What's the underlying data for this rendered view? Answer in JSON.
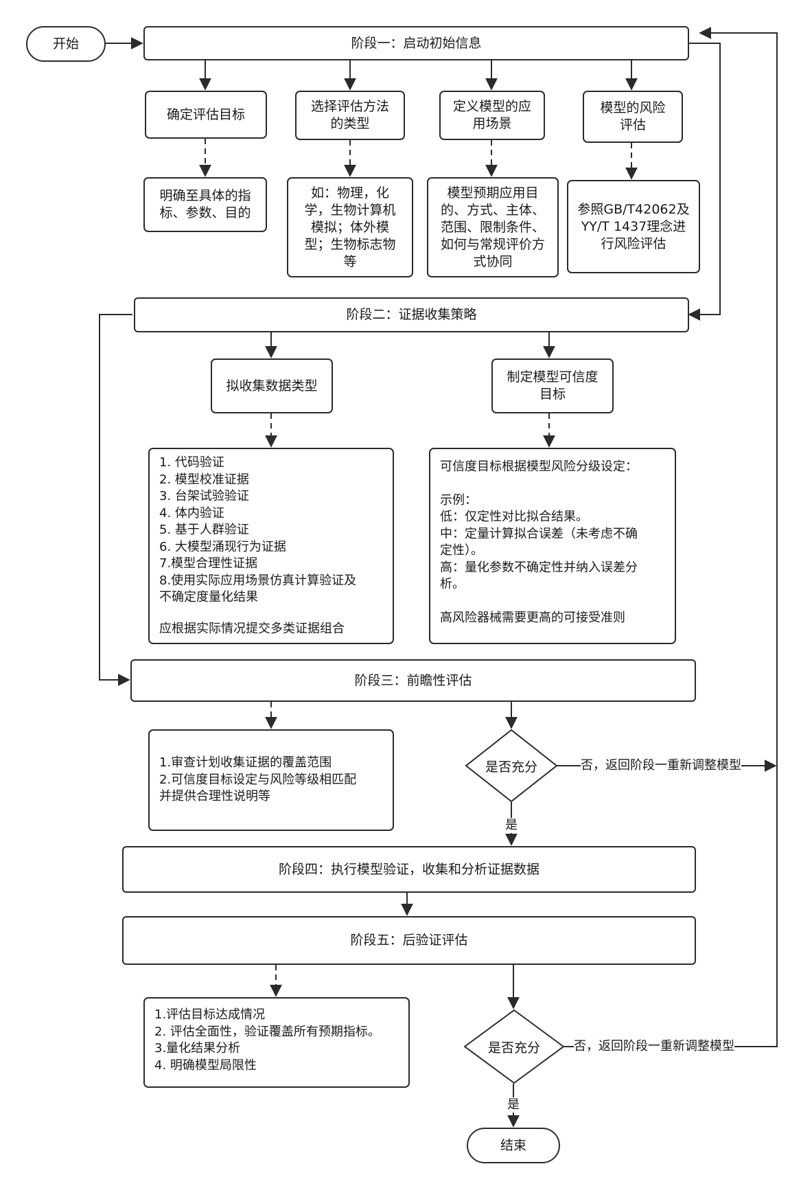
{
  "start": "开始",
  "end": "结束",
  "stage1": {
    "title": "阶段一：启动初始信息",
    "boxes": [
      {
        "title": [
          "确定评估目标"
        ],
        "detail": [
          "明确至具体的指",
          "标、参数、目的"
        ]
      },
      {
        "title": [
          "选择评估方法",
          "的类型"
        ],
        "detail": [
          "如：物理，化",
          "学，生物计算机",
          "模拟；体外模",
          "型；生物标志物",
          "等"
        ]
      },
      {
        "title": [
          "定义模型的应",
          "用场景"
        ],
        "detail": [
          "模型预期应用目",
          "的、方式、主体、",
          "范围、限制条件、",
          "如何与常规评价方",
          "式协同"
        ]
      },
      {
        "title": [
          "模型的风险",
          "评估"
        ],
        "detail": [
          "参照GB/T42062及",
          "YY/T 1437理念进",
          "行风险评估"
        ]
      }
    ]
  },
  "stage2": {
    "title": "阶段二：证据收集策略",
    "left_title": "拟收集数据类型",
    "left_items": [
      "1. 代码验证",
      "2. 模型校准证据",
      "3. 台架试验验证",
      "4. 体内验证",
      "5. 基于人群验证",
      "6. 大模型涌现行为证据",
      "7.模型合理性证据",
      "8.使用实际应用场景仿真计算验证及",
      "不确定度量化结果",
      "",
      "应根据实际情况提交多类证据组合"
    ],
    "right_title": [
      "制定模型可信度",
      "目标"
    ],
    "right_items": [
      "可信度目标根据模型风险分级设定：",
      "",
      "示例：",
      "低：仅定性对比拟合结果。",
      "中：定量计算拟合误差（未考虑不确",
      "定性）。",
      "高：量化参数不确定性并纳入误差分",
      "析。",
      "",
      "高风险器械需要更高的可接受准则"
    ]
  },
  "stage3": {
    "title": "阶段三：前瞻性评估",
    "items": [
      "1.审查计划收集证据的覆盖范围",
      "2.可信度目标设定与风险等级相匹配",
      "并提供合理性说明等"
    ],
    "decision": "是否充分",
    "no_label": "否，返回阶段一重新调整模型",
    "yes_label": "是"
  },
  "stage4": {
    "title": "阶段四：执行模型验证，收集和分析证据数据"
  },
  "stage5": {
    "title": "阶段五：后验证评估",
    "items": [
      "1.评估目标达成情况",
      "2. 评估全面性，验证覆盖所有预期指标。",
      "3.量化结果分析",
      "4. 明确模型局限性"
    ],
    "decision": "是否充分",
    "no_label": "否，返回阶段一重新调整模型",
    "yes_label": "是"
  }
}
